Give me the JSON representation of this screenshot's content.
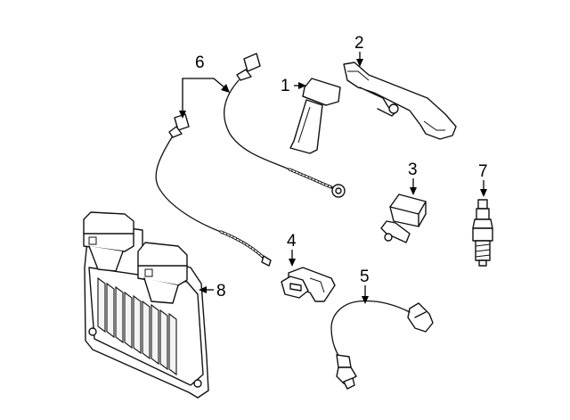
{
  "callouts": {
    "c1": "1",
    "c2": "2",
    "c3": "3",
    "c4": "4",
    "c5": "5",
    "c6": "6",
    "c7": "7",
    "c8": "8"
  },
  "parts": [
    {
      "number": "1",
      "icon": "ignition-coil-icon"
    },
    {
      "number": "2",
      "icon": "wiring-bracket-icon"
    },
    {
      "number": "3",
      "icon": "sensor-icon"
    },
    {
      "number": "4",
      "icon": "sensor-connector-icon"
    },
    {
      "number": "5",
      "icon": "oxygen-sensor-icon"
    },
    {
      "number": "6",
      "icon": "knock-sensor-wire-icon"
    },
    {
      "number": "7",
      "icon": "spark-plug-icon"
    },
    {
      "number": "8",
      "icon": "engine-control-module-icon"
    }
  ]
}
